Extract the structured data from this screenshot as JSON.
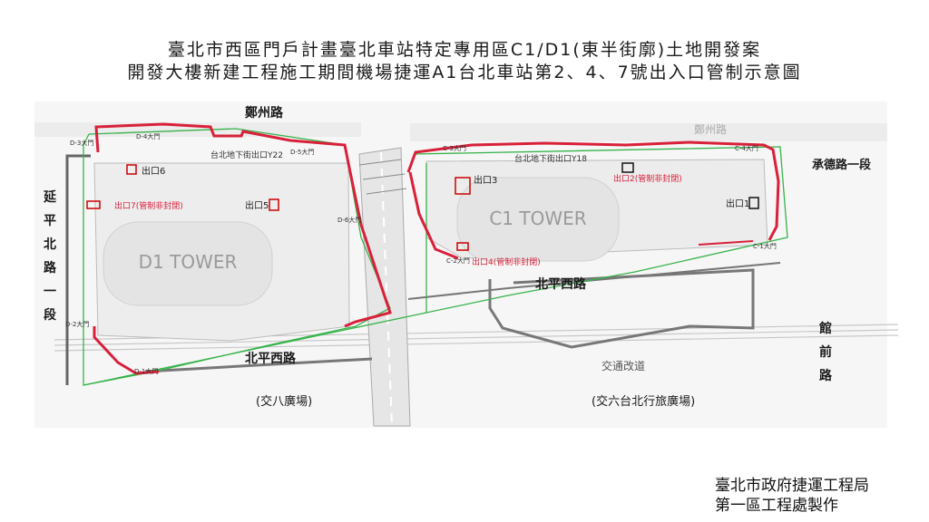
{
  "title": {
    "line1": "臺北市西區門戶計畫臺北車站特定專用區C1/D1(東半街廓)土地開發案",
    "line2": "開發大樓新建工程施工期間機場捷運A1台北車站第2、4、7號出入口管制示意圖"
  },
  "credit": {
    "line1": "臺北市政府捷運工程局",
    "line2": "第一區工程處製作"
  },
  "map": {
    "roads": {
      "zhengzhou_left": "鄭州路",
      "zhengzhou_right": "鄭州路",
      "yanping": "延平北路一段",
      "chengde": "承德路一段",
      "beiping_upper": "北平西路",
      "beiping_lower": "北平西路",
      "guanqian": "館前路",
      "traffic": "交通改道"
    },
    "plazas": {
      "jiaoba": "(交八廣場)",
      "jiaoliu": "(交六台北行旅廣場)"
    },
    "towers": {
      "d1": "D1 TOWER",
      "c1": "C1 TOWER"
    },
    "exits": {
      "exit6": "出口6",
      "exit7": "出口7(管制非封閉)",
      "exit5": "出口5",
      "exit3": "出口3",
      "exit2": "出口2(管制非封閉)",
      "exit1": "出口1",
      "exit4": "出口4(管制非封閉)"
    },
    "underground": {
      "y22": "台北地下街出口Y22",
      "y18": "台北地下街出口Y18"
    },
    "gates": {
      "d3": "D-3大門",
      "d4": "D-4大門",
      "d5": "D-5大門",
      "d6": "D-6大門",
      "d2": "D-2大門",
      "d1": "D-1大門",
      "c3": "C-3大門",
      "c4": "C-4大門",
      "c1": "C-1大門",
      "c2": "C-2大門"
    },
    "colors": {
      "fence": "#d9203a",
      "green_line": "#36b34a",
      "road_outline": "#777777",
      "tower": "#e8e8e8",
      "label_gray": "#9a9a9a",
      "blue_note": "#2a8fd6"
    }
  }
}
